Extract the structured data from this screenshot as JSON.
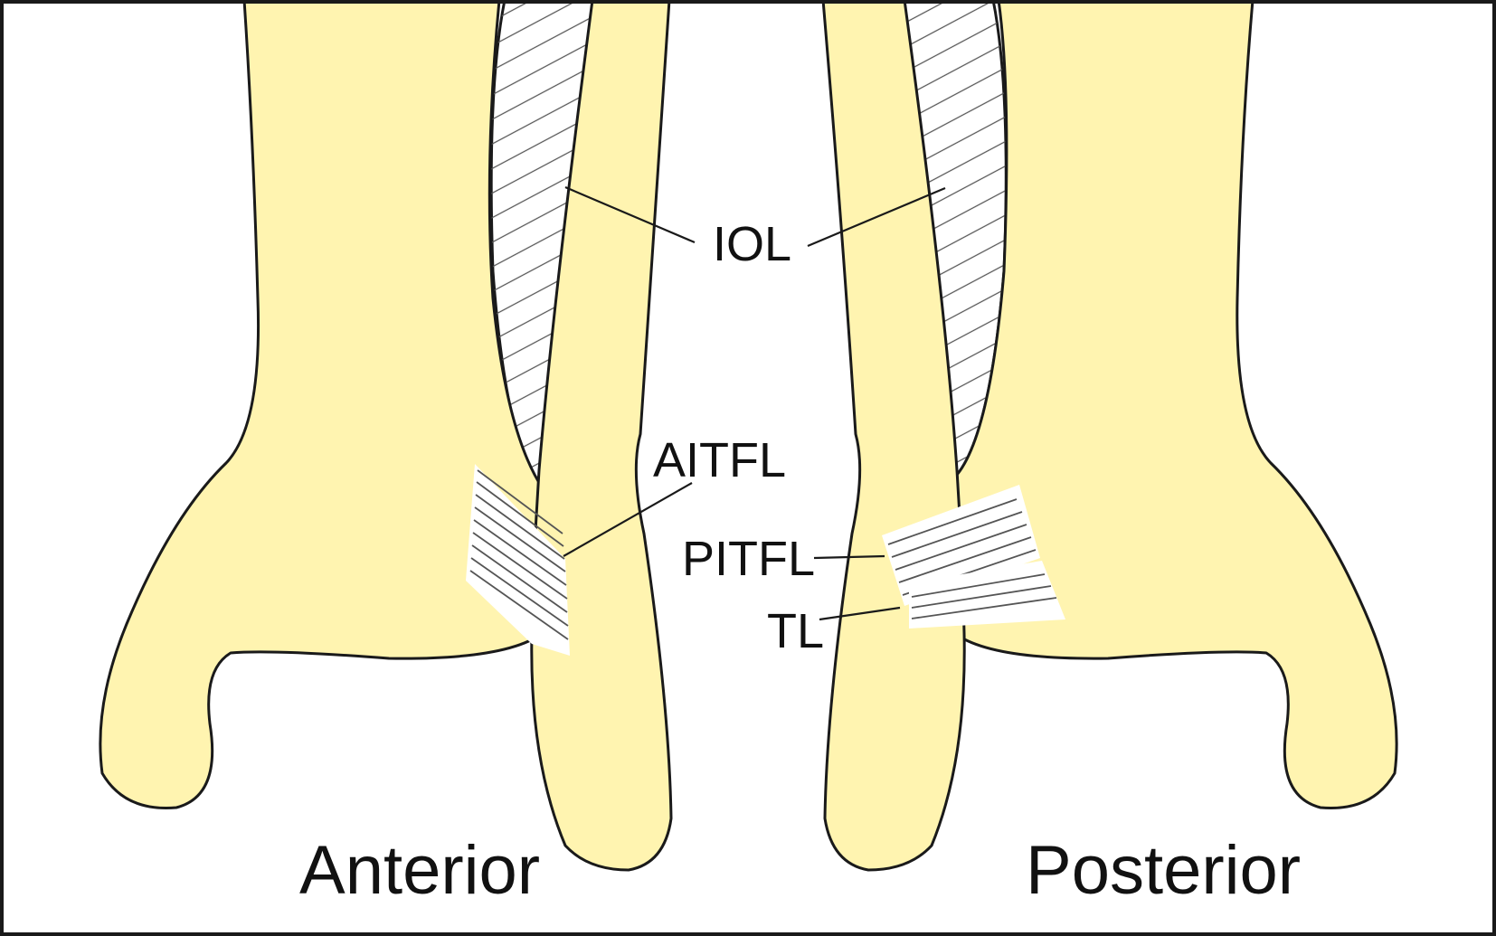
{
  "labels": {
    "iol": "IOL",
    "aitfl": "AITFL",
    "pitfl": "PITFL",
    "tl": "TL",
    "anterior": "Anterior",
    "posterior": "Posterior"
  },
  "colors": {
    "bone_fill": "#FFF4B0",
    "outline": "#1a1a1a",
    "ligament_fill": "#FFFFFF",
    "ligament_lines": "#555555",
    "frame": "#1a1a1a"
  }
}
